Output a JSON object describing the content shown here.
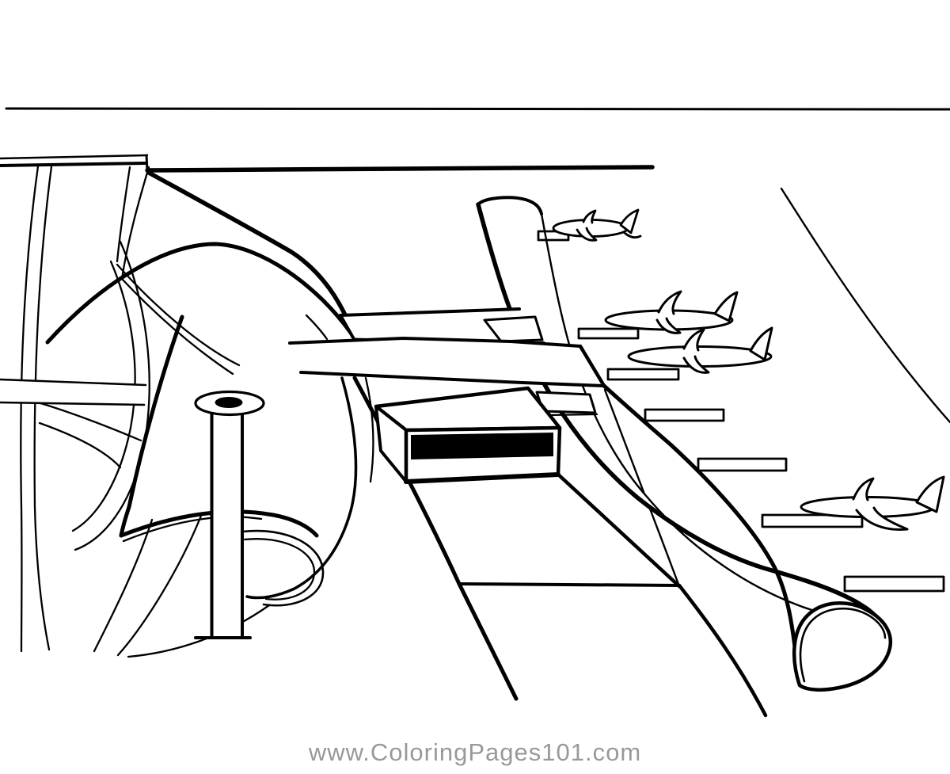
{
  "page": {
    "background_color": "#ffffff",
    "line_color": "#000000"
  },
  "footer": {
    "url": "www.ColoringPages101.com",
    "color": "#999999"
  },
  "illustration": {
    "kind": "black-and-white line-art coloring page",
    "scene": "water slide tube with sharks, floating steps, curved chute, wheel ladder and support pole",
    "shark_count": 4,
    "step_count": 7
  }
}
